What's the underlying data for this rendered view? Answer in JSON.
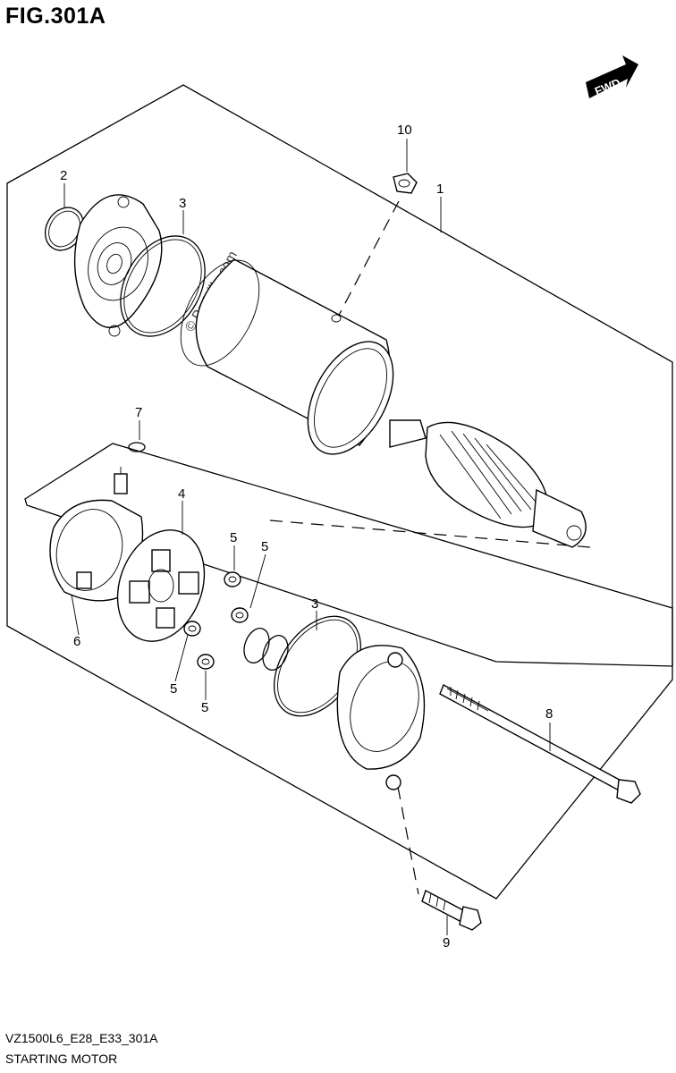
{
  "figure": {
    "title": "FIG.301A",
    "direction_label": "FWD",
    "watermark": "© Partzilla.com",
    "model_code": "VZ1500L6_E28_E33_301A",
    "section_name": "STARTING MOTOR"
  },
  "callouts": {
    "c1": "1",
    "c2": "2",
    "c3a": "3",
    "c3b": "3",
    "c4": "4",
    "c5a": "5",
    "c5b": "5",
    "c5c": "5",
    "c5d": "5",
    "c6": "6",
    "c7": "7",
    "c8": "8",
    "c9": "9",
    "c10": "10"
  }
}
